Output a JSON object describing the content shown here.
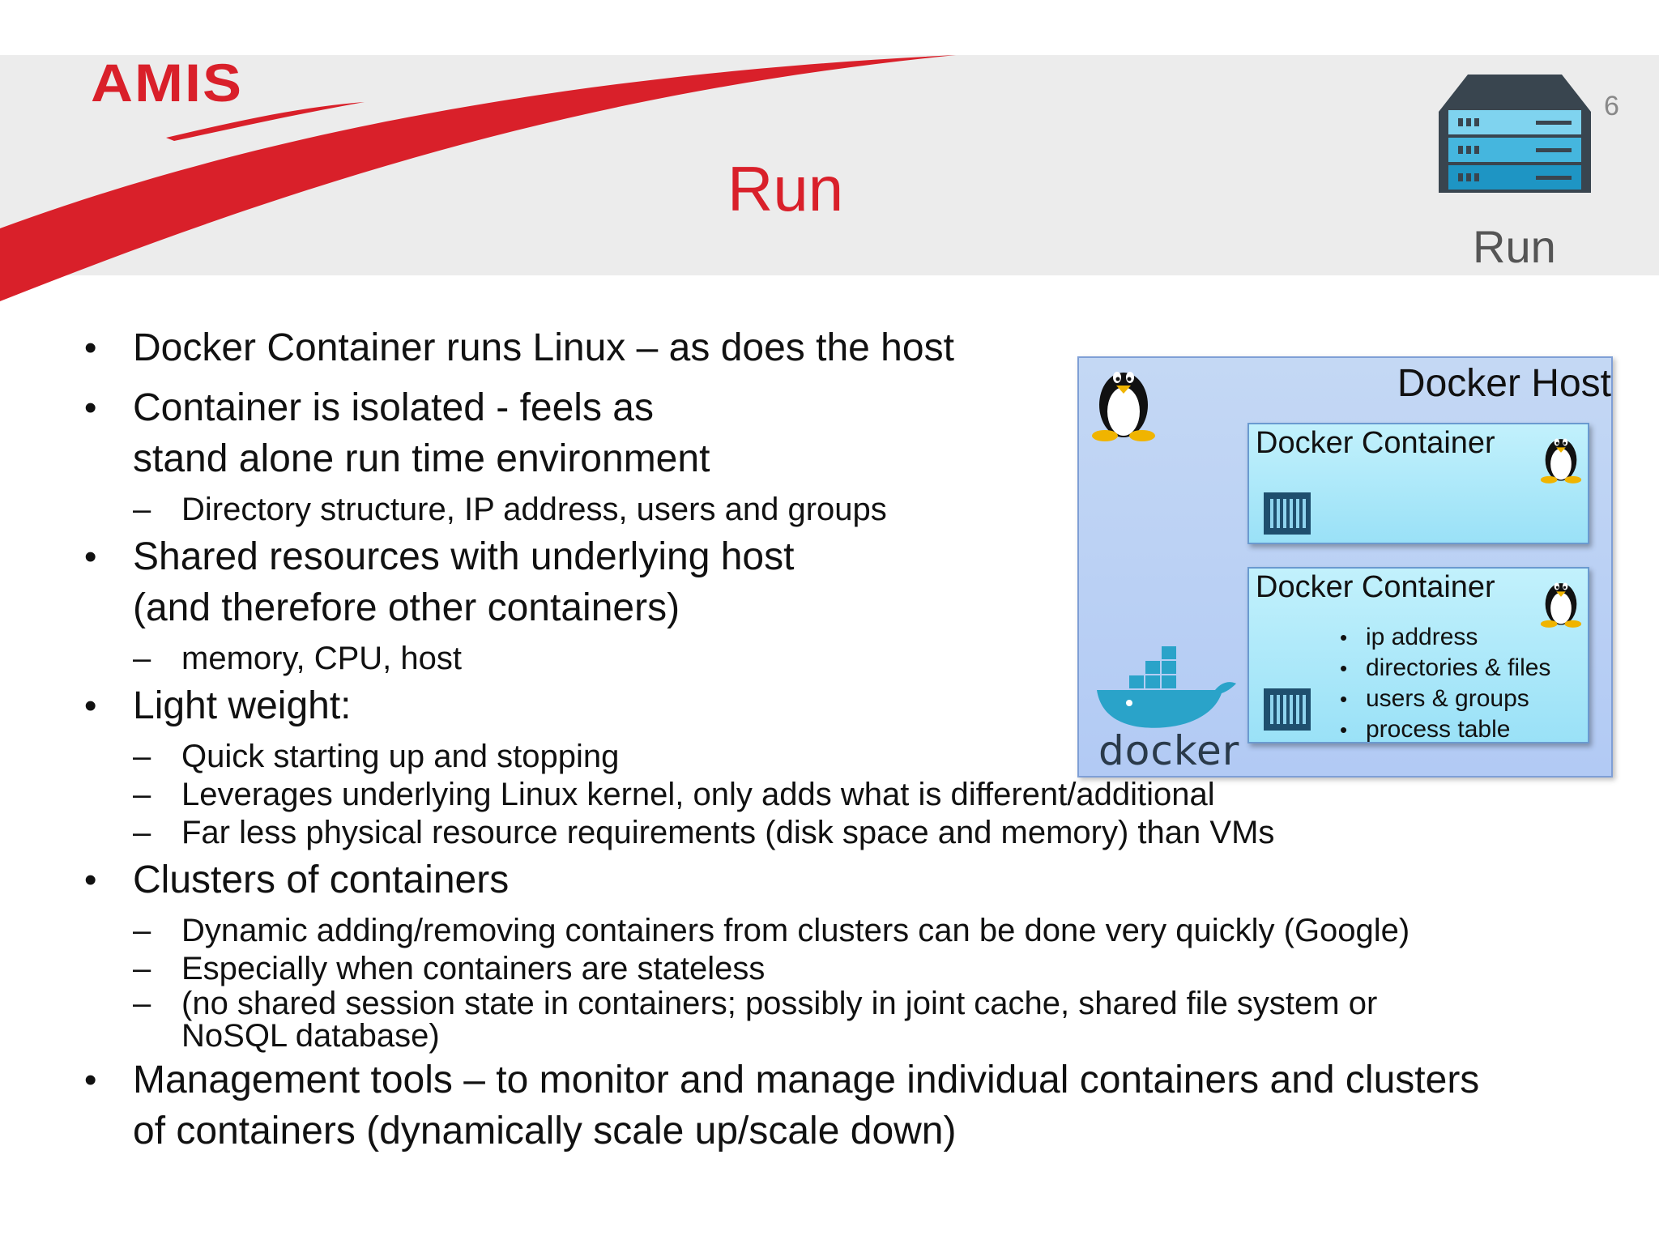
{
  "header": {
    "logo_text": "AMIS",
    "title": "Run",
    "slide_number": "6",
    "run_icon_label": "Run",
    "accent_color": "#d9202a"
  },
  "bullets": [
    {
      "text": "Docker Container runs Linux – as does the host",
      "sub": []
    },
    {
      "text": "Container is isolated - feels as\nstand alone run time environment",
      "sub": [
        "Directory structure, IP address, users and groups"
      ]
    },
    {
      "text": "Shared resources with underlying host\n(and therefore other containers)",
      "sub": [
        "memory, CPU, host"
      ]
    },
    {
      "text": "Light weight:",
      "sub": [
        "Quick starting up and stopping",
        "Leverages underlying Linux kernel, only adds what is different/additional",
        "Far less physical resource requirements (disk space and memory) than VMs"
      ]
    },
    {
      "text": "Clusters of containers",
      "sub": [
        "Dynamic adding/removing containers from clusters can be done very quickly (Google)",
        "Especially when containers are stateless",
        "(no shared session state in containers; possibly in joint cache, shared file system or\nNoSQL database)"
      ]
    },
    {
      "text": "Management tools – to monitor and manage individual containers and clusters\nof containers (dynamically scale up/scale down)",
      "sub": []
    }
  ],
  "diagram": {
    "host_title": "Docker Host",
    "container1_title": "Docker Container",
    "container2_title": "Docker Container",
    "container2_items": [
      "ip address",
      "directories & files",
      "users & groups",
      "process table"
    ],
    "docker_logo_text": "docker"
  }
}
